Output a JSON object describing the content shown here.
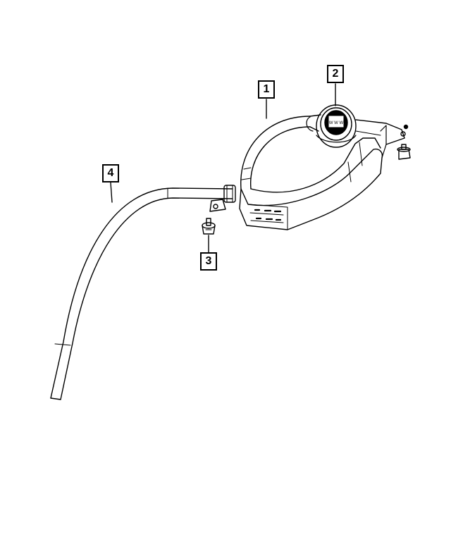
{
  "callouts": [
    {
      "label": "1"
    },
    {
      "label": "2"
    },
    {
      "label": "3"
    },
    {
      "label": "4"
    }
  ],
  "cap_text": "W W W"
}
